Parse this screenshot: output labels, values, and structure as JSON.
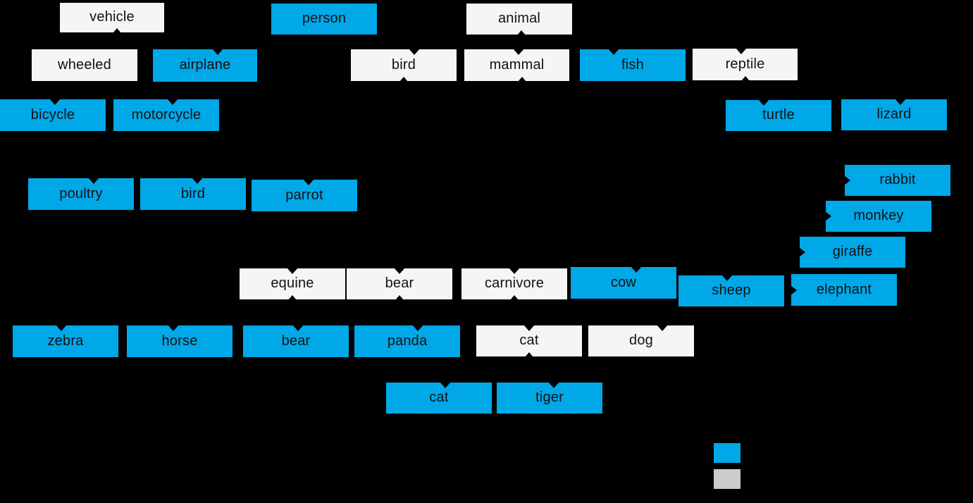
{
  "diagram": {
    "background": "#000000",
    "node_colors": {
      "highlight": "#00A8E8",
      "neutral": "#F5F5F5",
      "text": "#121212"
    },
    "nodes": [
      {
        "label": "vehicle",
        "fill": "neutral"
      },
      {
        "label": "person",
        "fill": "highlight"
      },
      {
        "label": "animal",
        "fill": "neutral"
      },
      {
        "label": "wheeled",
        "fill": "neutral"
      },
      {
        "label": "airplane",
        "fill": "highlight"
      },
      {
        "label": "bird",
        "fill": "neutral"
      },
      {
        "label": "mammal",
        "fill": "neutral"
      },
      {
        "label": "fish",
        "fill": "highlight"
      },
      {
        "label": "reptile",
        "fill": "neutral"
      },
      {
        "label": "bicycle",
        "fill": "highlight"
      },
      {
        "label": "motorcycle",
        "fill": "highlight"
      },
      {
        "label": "turtle",
        "fill": "highlight"
      },
      {
        "label": "lizard",
        "fill": "highlight"
      },
      {
        "label": "poultry",
        "fill": "highlight"
      },
      {
        "label": "bird",
        "fill": "highlight"
      },
      {
        "label": "parrot",
        "fill": "highlight"
      },
      {
        "label": "rabbit",
        "fill": "highlight"
      },
      {
        "label": "monkey",
        "fill": "highlight"
      },
      {
        "label": "giraffe",
        "fill": "highlight"
      },
      {
        "label": "equine",
        "fill": "neutral"
      },
      {
        "label": "bear",
        "fill": "neutral"
      },
      {
        "label": "carnivore",
        "fill": "neutral"
      },
      {
        "label": "cow",
        "fill": "highlight"
      },
      {
        "label": "sheep",
        "fill": "highlight"
      },
      {
        "label": "elephant",
        "fill": "highlight"
      },
      {
        "label": "zebra",
        "fill": "highlight"
      },
      {
        "label": "horse",
        "fill": "highlight"
      },
      {
        "label": "bear",
        "fill": "highlight"
      },
      {
        "label": "panda",
        "fill": "highlight"
      },
      {
        "label": "cat",
        "fill": "neutral"
      },
      {
        "label": "dog",
        "fill": "neutral"
      },
      {
        "label": "cat",
        "fill": "highlight"
      },
      {
        "label": "tiger",
        "fill": "highlight"
      }
    ],
    "legend": {
      "swatches": [
        {
          "name": "highlighted-class",
          "color": "#00A8E8"
        },
        {
          "name": "other-class",
          "color": "#CCCCCC"
        }
      ]
    }
  }
}
